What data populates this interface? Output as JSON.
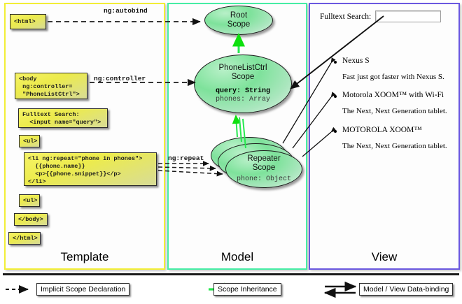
{
  "panels": {
    "template": {
      "label": "Template",
      "border_color": "#f2ee36"
    },
    "model": {
      "label": "Model",
      "border_color": "#46eda4"
    },
    "view": {
      "label": "View",
      "border_color": "#6a58e0"
    }
  },
  "template_boxes": [
    {
      "name": "html-open",
      "text": "<html>"
    },
    {
      "name": "body-open",
      "text": "<body\n ng:controller=\n \"PhoneListCtrl\">"
    },
    {
      "name": "fulltext-search",
      "text": "Fulltext Search:\n  <input name=\"query\">"
    },
    {
      "name": "ul-open",
      "text": "<ul>"
    },
    {
      "name": "li-repeat",
      "text": "<li ng:repeat=\"phone in phones\">\n  {{phone.name}}\n  <p>{{phone.snippet}}</p>\n</li>"
    },
    {
      "name": "ul-close",
      "text": "<ul>"
    },
    {
      "name": "body-close",
      "text": "</body>"
    },
    {
      "name": "html-close",
      "text": "</html>"
    }
  ],
  "edge_labels": {
    "autobind": "ng:autobind",
    "controller": "ng:controller",
    "repeat": "ng:repeat"
  },
  "scopes": [
    {
      "name": "root-scope",
      "title_line1": "Root",
      "title_line2": "Scope",
      "props": []
    },
    {
      "name": "phonelistctrl-scope",
      "title_line1": "PhoneListCtrl",
      "title_line2": "Scope",
      "props": [
        {
          "text": "query: String",
          "bold": true
        },
        {
          "text": "phones: Array",
          "bold": false
        }
      ]
    },
    {
      "name": "repeater-scope",
      "title_line1": "Repeater",
      "title_line2": "Scope",
      "props": [
        {
          "text": "phone: Object",
          "bold": false
        }
      ]
    }
  ],
  "view": {
    "search_label": "Fulltext Search:",
    "search_value": "",
    "search_placeholder": "",
    "items": [
      {
        "name": "Nexus S",
        "snippet": "Fast just got faster with Nexus S."
      },
      {
        "name": "Motorola XOOM™  with Wi-Fi",
        "snippet": "The Next, Next Generation tablet."
      },
      {
        "name": "MOTOROLA XOOM™",
        "snippet": "The Next, Next Generation tablet."
      }
    ]
  },
  "legend": [
    {
      "name": "implicit-scope-declaration",
      "label": "Implicit Scope Declaration",
      "style": "dashed-arrow",
      "color": "#000000"
    },
    {
      "name": "scope-inheritance",
      "label": "Scope Inheritance",
      "style": "green-arrow",
      "color": "#00e000"
    },
    {
      "name": "model-view-data-binding",
      "label": "Model / View Data-binding",
      "style": "double-arrow",
      "color": "#000000"
    }
  ]
}
